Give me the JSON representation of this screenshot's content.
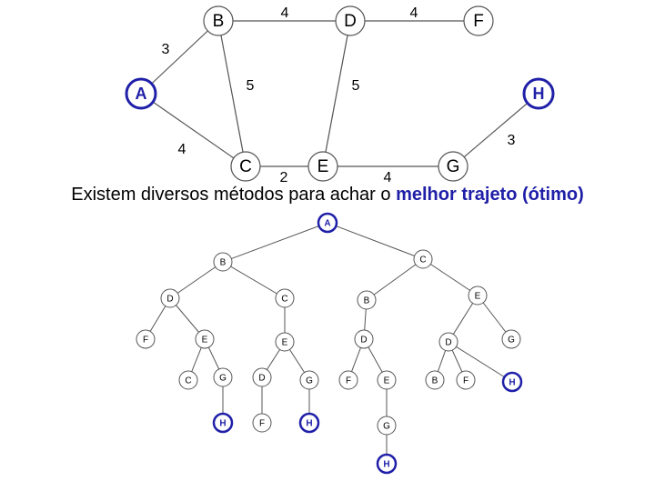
{
  "graph": {
    "nodes": [
      {
        "id": "B",
        "label": "B",
        "highlight": false
      },
      {
        "id": "D",
        "label": "D",
        "highlight": false
      },
      {
        "id": "F",
        "label": "F",
        "highlight": false
      },
      {
        "id": "A",
        "label": "A",
        "highlight": true
      },
      {
        "id": "H",
        "label": "H",
        "highlight": true
      },
      {
        "id": "C",
        "label": "C",
        "highlight": false
      },
      {
        "id": "E",
        "label": "E",
        "highlight": false
      },
      {
        "id": "G",
        "label": "G",
        "highlight": false
      }
    ],
    "edges": [
      {
        "from": "B",
        "to": "D",
        "weight": "4"
      },
      {
        "from": "D",
        "to": "F",
        "weight": "4"
      },
      {
        "from": "B",
        "to": "A",
        "weight": "3"
      },
      {
        "from": "B",
        "to": "C",
        "weight": "5"
      },
      {
        "from": "D",
        "to": "E",
        "weight": "5"
      },
      {
        "from": "A",
        "to": "C",
        "weight": "4"
      },
      {
        "from": "C",
        "to": "E",
        "weight": "2"
      },
      {
        "from": "E",
        "to": "G",
        "weight": "4"
      },
      {
        "from": "G",
        "to": "H",
        "weight": "3"
      }
    ]
  },
  "caption": {
    "prefix": "Existem diversos métodos para achar o ",
    "highlight": "melhor trajeto (ótimo)"
  },
  "tree": {
    "nodes": [
      {
        "id": "t0",
        "label": "A",
        "highlight": true
      },
      {
        "id": "t1",
        "label": "B",
        "highlight": false
      },
      {
        "id": "t2",
        "label": "C",
        "highlight": false
      },
      {
        "id": "t3",
        "label": "D",
        "highlight": false
      },
      {
        "id": "t4",
        "label": "C",
        "highlight": false
      },
      {
        "id": "t5",
        "label": "B",
        "highlight": false
      },
      {
        "id": "t6",
        "label": "E",
        "highlight": false
      },
      {
        "id": "t7",
        "label": "F",
        "highlight": false
      },
      {
        "id": "t8",
        "label": "E",
        "highlight": false
      },
      {
        "id": "t9",
        "label": "E",
        "highlight": false
      },
      {
        "id": "t10",
        "label": "D",
        "highlight": false
      },
      {
        "id": "t11",
        "label": "D",
        "highlight": false
      },
      {
        "id": "t12",
        "label": "G",
        "highlight": false
      },
      {
        "id": "t13",
        "label": "C",
        "highlight": false
      },
      {
        "id": "t14",
        "label": "G",
        "highlight": false
      },
      {
        "id": "t15",
        "label": "D",
        "highlight": false
      },
      {
        "id": "t16",
        "label": "G",
        "highlight": false
      },
      {
        "id": "t17",
        "label": "F",
        "highlight": false
      },
      {
        "id": "t18",
        "label": "E",
        "highlight": false
      },
      {
        "id": "t19",
        "label": "B",
        "highlight": false
      },
      {
        "id": "t20",
        "label": "F",
        "highlight": false
      },
      {
        "id": "t21",
        "label": "H",
        "highlight": true
      },
      {
        "id": "t22",
        "label": "H",
        "highlight": true
      },
      {
        "id": "t23",
        "label": "F",
        "highlight": false
      },
      {
        "id": "t24",
        "label": "H",
        "highlight": true
      },
      {
        "id": "t25",
        "label": "G",
        "highlight": false
      },
      {
        "id": "t26",
        "label": "H",
        "highlight": true
      }
    ],
    "edges": [
      [
        "t0",
        "t1"
      ],
      [
        "t0",
        "t2"
      ],
      [
        "t1",
        "t3"
      ],
      [
        "t1",
        "t4"
      ],
      [
        "t2",
        "t5"
      ],
      [
        "t2",
        "t6"
      ],
      [
        "t3",
        "t7"
      ],
      [
        "t3",
        "t8"
      ],
      [
        "t4",
        "t9"
      ],
      [
        "t5",
        "t10"
      ],
      [
        "t6",
        "t11"
      ],
      [
        "t6",
        "t12"
      ],
      [
        "t8",
        "t13"
      ],
      [
        "t8",
        "t14"
      ],
      [
        "t9",
        "t15"
      ],
      [
        "t9",
        "t16"
      ],
      [
        "t10",
        "t17"
      ],
      [
        "t10",
        "t18"
      ],
      [
        "t11",
        "t19"
      ],
      [
        "t11",
        "t20"
      ],
      [
        "t11",
        "t21"
      ],
      [
        "t14",
        "t22"
      ],
      [
        "t15",
        "t23"
      ],
      [
        "t16",
        "t24"
      ],
      [
        "t18",
        "t25"
      ],
      [
        "t25",
        "t26"
      ]
    ]
  },
  "colors": {
    "highlight": "#1f1fa8",
    "line": "#555555",
    "text": "#000000"
  }
}
